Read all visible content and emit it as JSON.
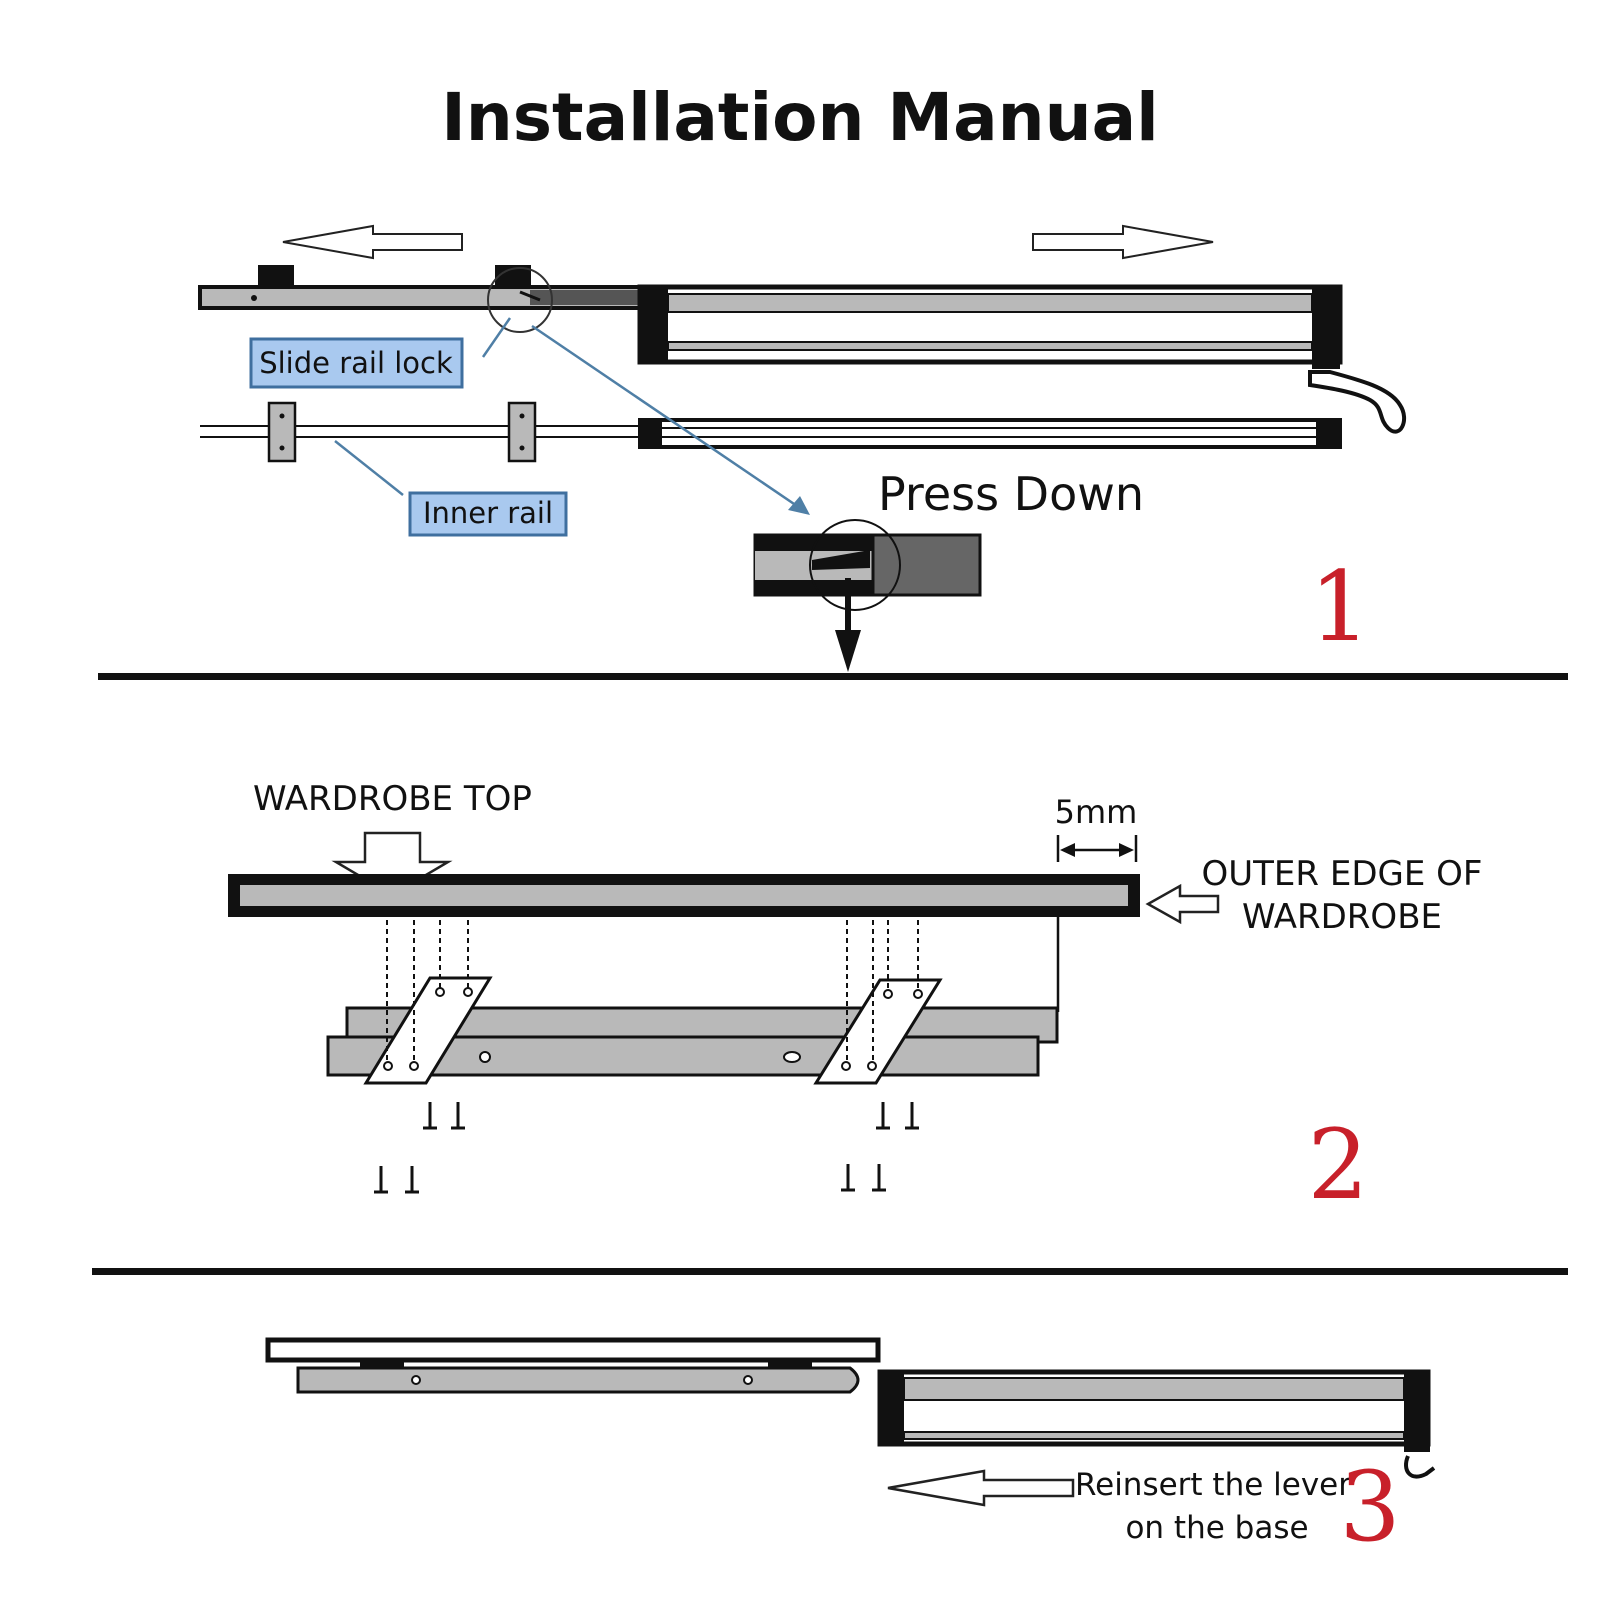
{
  "title": "Installation Manual",
  "steps": [
    {
      "number": "1",
      "labels": {
        "slide_rail_lock": "Slide rail lock",
        "inner_rail": "Inner rail",
        "press_down": "Press Down"
      }
    },
    {
      "number": "2",
      "labels": {
        "wardrobe_top": "WARDROBE TOP",
        "gap": "5mm",
        "outer_edge_line1": "OUTER EDGE OF",
        "outer_edge_line2": "WARDROBE"
      }
    },
    {
      "number": "3",
      "labels": {
        "reinsert_line1": "Reinsert the lever",
        "reinsert_line2": "on the base"
      }
    }
  ],
  "colors": {
    "callout_fill": "#a9c9ef",
    "callout_border": "#3f6f9f",
    "leader_line": "#4f7fa6",
    "step_number": "#c8202a",
    "rail_gray": "#b9b9b9",
    "outline": "#111111"
  }
}
